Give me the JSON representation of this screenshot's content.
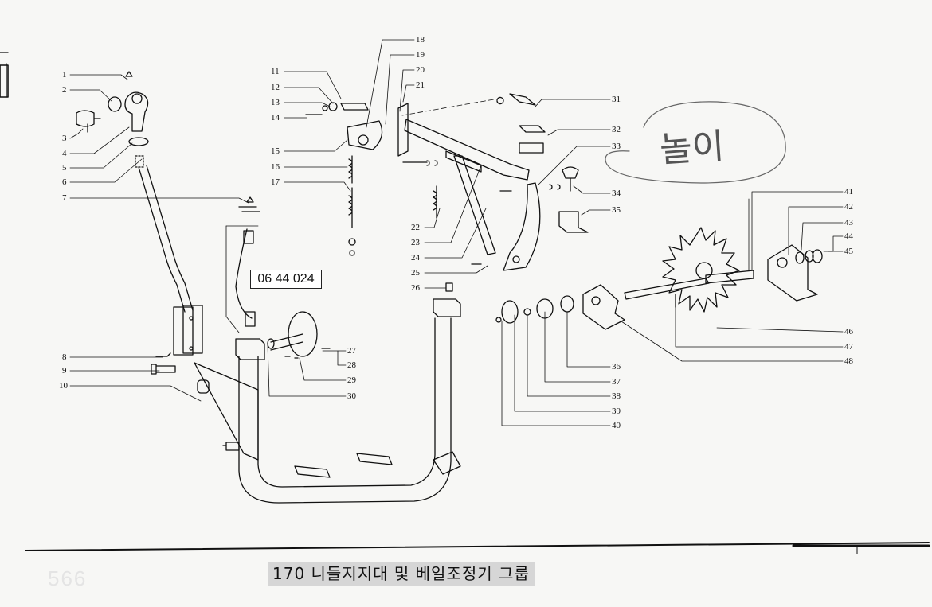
{
  "diagram": {
    "code_box": "06 44 024",
    "caption": "170 니들지지대 및 베일조정기 그룹",
    "page_number": "566",
    "handwritten_note": "놀이",
    "part_labels": [
      "1",
      "2",
      "3",
      "4",
      "5",
      "6",
      "7",
      "8",
      "9",
      "10",
      "11",
      "12",
      "13",
      "14",
      "15",
      "16",
      "17",
      "18",
      "19",
      "20",
      "21",
      "22",
      "23",
      "24",
      "25",
      "26",
      "27",
      "28",
      "29",
      "30",
      "31",
      "32",
      "33",
      "34",
      "35",
      "36",
      "37",
      "38",
      "39",
      "40",
      "41",
      "42",
      "43",
      "44",
      "45",
      "46",
      "47",
      "48"
    ]
  }
}
